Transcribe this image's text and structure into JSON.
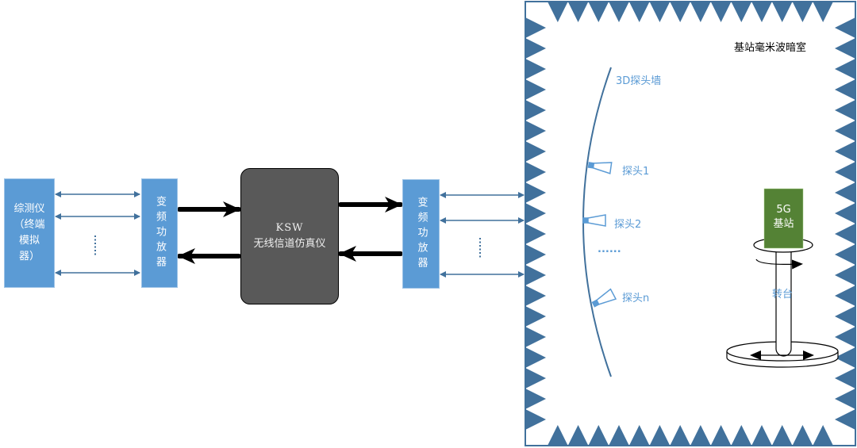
{
  "tester": {
    "label_line1": "综测仪",
    "label_line2": "（终端",
    "label_line3": "模拟",
    "label_line4": "器）"
  },
  "converter_left": {
    "label": "变频功放器"
  },
  "converter_right": {
    "label": "变频功放器"
  },
  "emulator": {
    "line1": "KSW",
    "line2": "无线信道仿真仪"
  },
  "chamber": {
    "title": "基站毫米波暗室",
    "wall_label": "3D探头墙",
    "probes": [
      {
        "label": "探头1"
      },
      {
        "label": "探头2"
      },
      {
        "label": "探头n"
      }
    ],
    "ellipsis": "......",
    "base_station": {
      "line1": "5G",
      "line2": "基站"
    },
    "turntable_label": "转台"
  },
  "colors": {
    "box_blue": "#5b9bd5",
    "absorber_blue": "#41719c",
    "emulator_gray": "#595959",
    "base_station_green": "#548235",
    "link_blue": "#41719c"
  }
}
